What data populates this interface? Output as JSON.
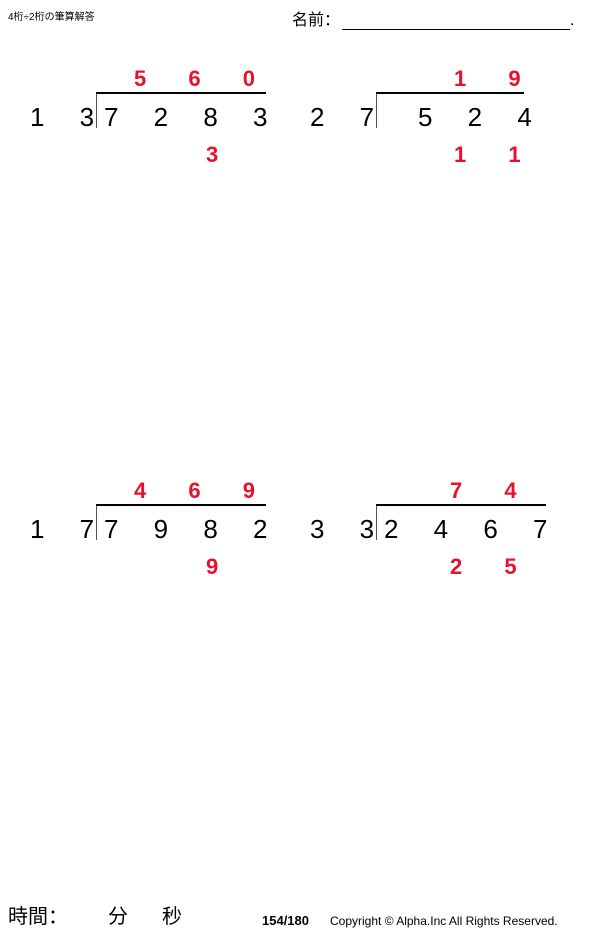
{
  "header": {
    "title": "4桁÷2桁の筆算解答",
    "name_label": "名前：",
    "name_dot": "."
  },
  "problems": [
    {
      "id": "problem-1",
      "divisor": "1 3",
      "dividend": "7 2 8 3",
      "quotient": "5 6 0",
      "remainder": "3"
    },
    {
      "id": "problem-2",
      "divisor": "2 7",
      "dividend": "5 2 4",
      "quotient": "1 9",
      "remainder": "1 1"
    },
    {
      "id": "problem-3",
      "divisor": "1 7",
      "dividend": "7 9 8 2",
      "quotient": "4 6 9",
      "remainder": "9"
    },
    {
      "id": "problem-4",
      "divisor": "3 3",
      "dividend": "2 4 6 7",
      "quotient": "7 4",
      "remainder": "2 5"
    }
  ],
  "footer": {
    "time_label": "時間：",
    "minutes_unit": "分",
    "seconds_unit": "秒",
    "page": "154/180",
    "copyright": "Copyright © Alpha.Inc All Rights Reserved."
  },
  "colors": {
    "answer_red": "#e8112d",
    "text_black": "#000000"
  }
}
